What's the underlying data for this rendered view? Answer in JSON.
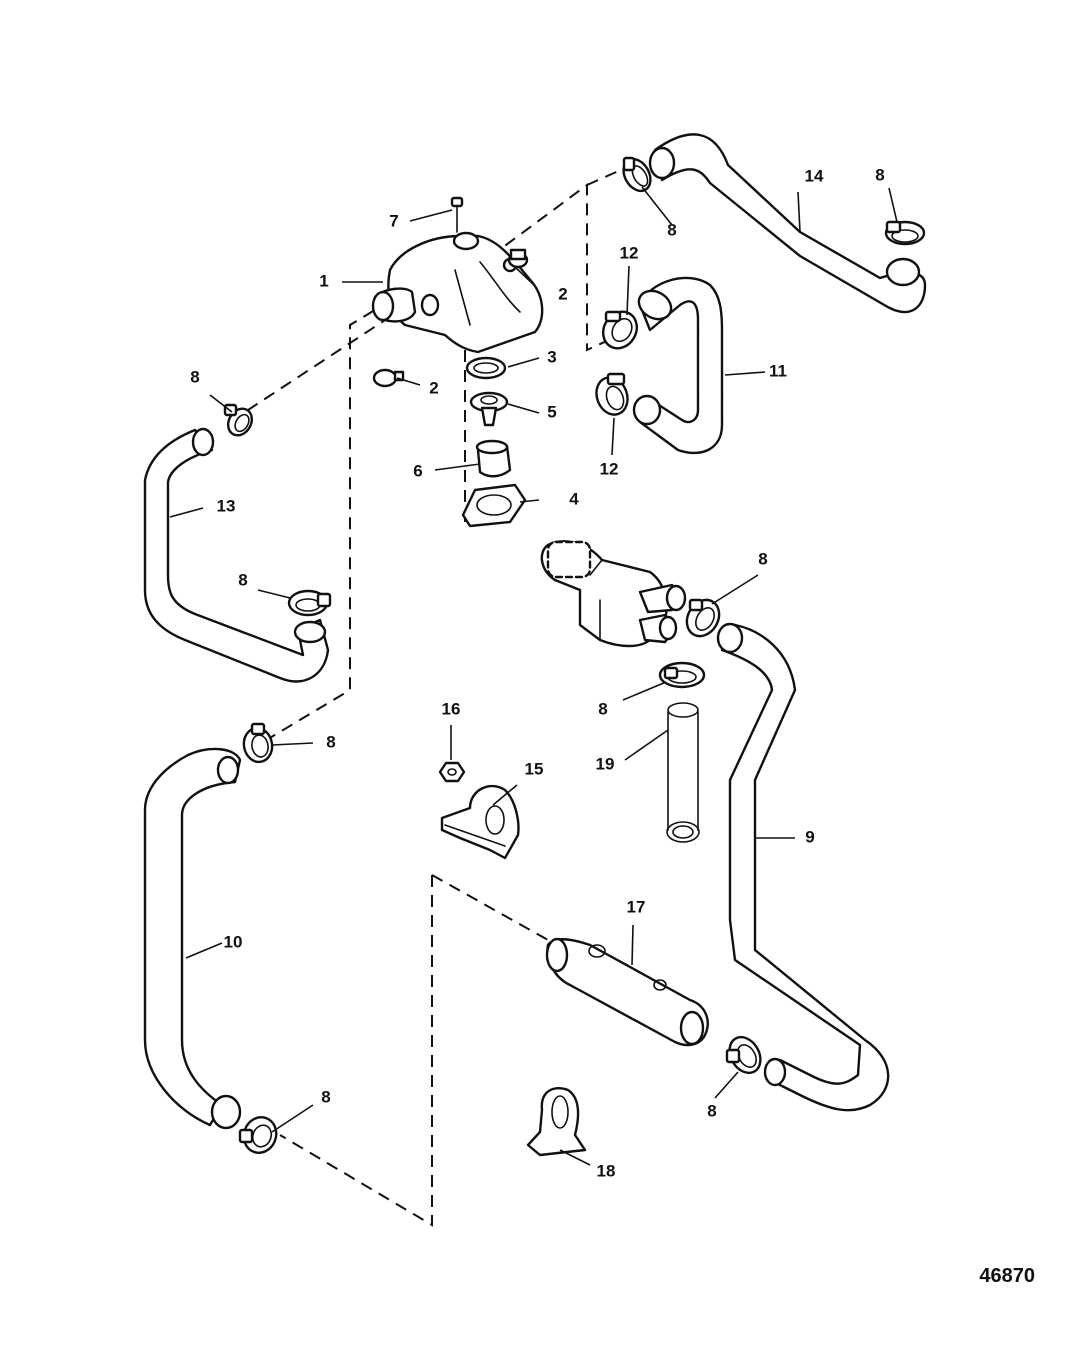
{
  "diagram": {
    "reference_number": "46870",
    "callouts": {
      "thermostat_housing": "1",
      "plug_upper": "2",
      "plug_lower": "2",
      "gasket_upper": "3",
      "gasket_lower": "4",
      "thermostat": "5",
      "sleeve": "6",
      "screw": "7",
      "clamp_top": "8",
      "clamp_right_top": "8",
      "clamp_left_top": "8",
      "clamp_left_mid": "8",
      "clamp_exchanger": "8",
      "clamp_exchanger_lower": "8",
      "clamp_left_lower": "8",
      "clamp_bottom_left": "8",
      "clamp_bottom_right": "8",
      "hose_right_long": "9",
      "hose_left_long": "10",
      "hose_u": "11",
      "clamp_u_top": "12",
      "clamp_u_bottom": "12",
      "hose_left_upper": "13",
      "hose_top_right": "14",
      "bracket": "15",
      "nut": "16",
      "pipe": "17",
      "clip": "18",
      "tube": "19"
    }
  }
}
